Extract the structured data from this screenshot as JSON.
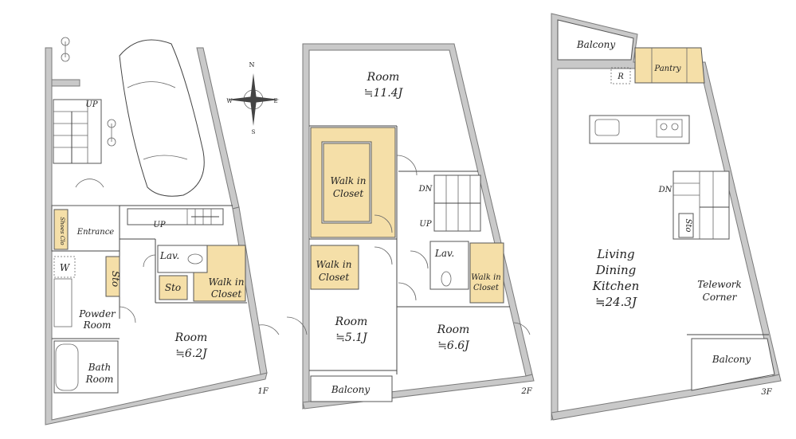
{
  "floors": {
    "f1": {
      "label": "1F",
      "rooms": {
        "room": "Room",
        "room_area": "≒6.2J",
        "walk_in_closet_1": "Walk in",
        "walk_in_closet_2": "Closet",
        "lav": "Lav.",
        "sto_a": "Sto",
        "sto_b": "Sto",
        "entrance": "Entrance",
        "shoes": "Shoes Clo",
        "w": "W",
        "powder_1": "Powder",
        "powder_2": "Room",
        "bath_1": "Bath",
        "bath_2": "Room",
        "up": "UP",
        "up_stair": "UP"
      }
    },
    "f2": {
      "label": "2F",
      "rooms": {
        "room_top": "Room",
        "room_top_area": "≒11.4J",
        "wic_a_1": "Walk in",
        "wic_a_2": "Closet",
        "wic_b_1": "Walk in",
        "wic_b_2": "Closet",
        "wic_c_1": "Walk in",
        "wic_c_2": "Closet",
        "lav": "Lav.",
        "dn": "DN",
        "up": "UP",
        "room_left": "Room",
        "room_left_area": "≒5.1J",
        "room_right": "Room",
        "room_right_area": "≒6.6J",
        "balcony": "Balcony"
      }
    },
    "f3": {
      "label": "3F",
      "rooms": {
        "balcony_top": "Balcony",
        "pantry": "Pantry",
        "r": "R",
        "dn": "DN",
        "sto": "Sto",
        "ldk_1": "Living",
        "ldk_2": "Dining",
        "ldk_3": "Kitchen",
        "ldk_area": "≒24.3J",
        "telework_1": "Telework",
        "telework_2": "Corner",
        "balcony_bottom": "Balcony"
      }
    }
  },
  "compass": {
    "n": "N",
    "s": "S",
    "e": "E",
    "w": "W"
  },
  "colors": {
    "closet": "#f5dfa8",
    "wall": "#c9c9c9"
  }
}
